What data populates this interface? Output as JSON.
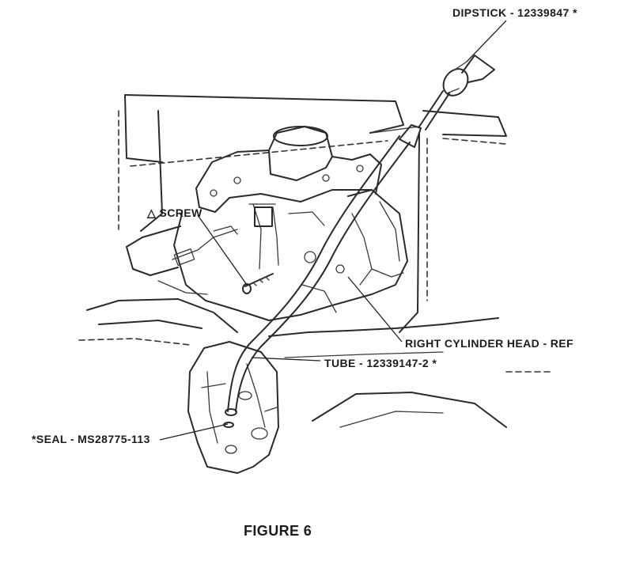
{
  "figure": {
    "caption": "FIGURE 6",
    "callouts": {
      "dipstick": "DIPSTICK - 12339847 *",
      "screw": "△ SCREW",
      "cylinder_head": "RIGHT CYLINDER HEAD - REF",
      "tube": "TUBE - 12339147-2 *",
      "seal": "*SEAL - MS28775-113"
    }
  }
}
